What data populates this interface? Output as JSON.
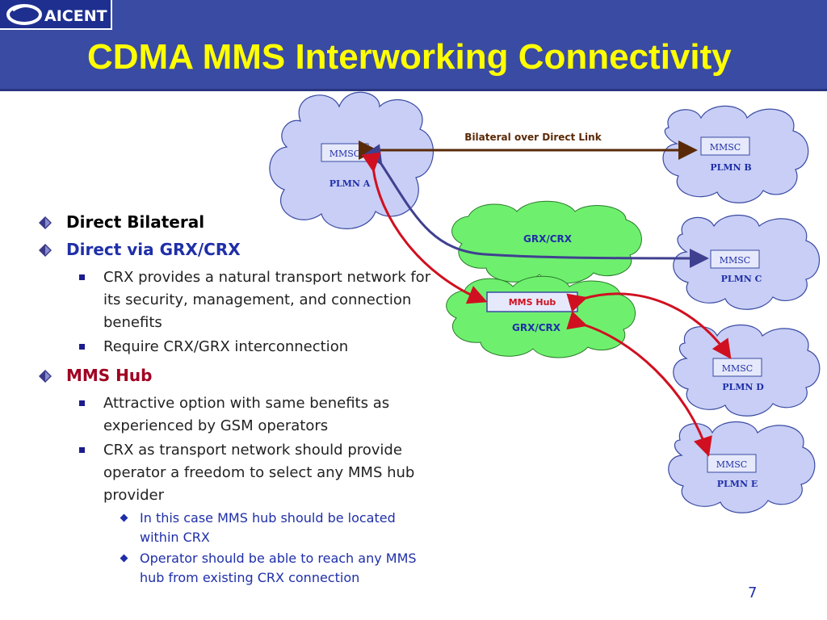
{
  "logo": {
    "text": "AICENT"
  },
  "title": "CDMA MMS Interworking Connectivity",
  "bullets": [
    {
      "text": "Direct Bilateral",
      "color": "#000000"
    },
    {
      "text": "Direct via GRX/CRX",
      "color": "#1f2fa8",
      "sub": [
        "CRX provides a natural transport network for its security, management, and connection benefits",
        "Require CRX/GRX interconnection"
      ]
    },
    {
      "text": "MMS Hub",
      "color": "#a00020",
      "sub": [
        "Attractive option with same benefits as experienced by GSM operators",
        "CRX as transport network should provide operator a freedom to select any MMS hub provider"
      ],
      "subsub": [
        "In this case MMS hub should be located within CRX",
        "Operator should be able to reach any MMS hub from existing CRX connection"
      ]
    }
  ],
  "diagram": {
    "plmn_a": {
      "label": "PLMN A",
      "box": "MMSC"
    },
    "plmn_b": {
      "label": "PLMN B",
      "box": "MMSC"
    },
    "plmn_c": {
      "label": "PLMN C",
      "box": "MMSC"
    },
    "plmn_d": {
      "label": "PLMN D",
      "box": "MMSC"
    },
    "plmn_e": {
      "label": "PLMN E",
      "box": "MMSC"
    },
    "grx_top": {
      "label": "GRX/CRX"
    },
    "grx_hub": {
      "label": "GRX/CRX",
      "box": "MMS Hub"
    },
    "link_label": "Bilateral over Direct Link"
  },
  "page_number": "7",
  "colors": {
    "header": "#3a4ba3",
    "title": "#ffff00",
    "cloud_blue": "#c8cef5",
    "cloud_green": "#6ef06e",
    "arrow_red": "#d01020",
    "arrow_blue": "#404090",
    "arrow_brown": "#5a2a08"
  }
}
